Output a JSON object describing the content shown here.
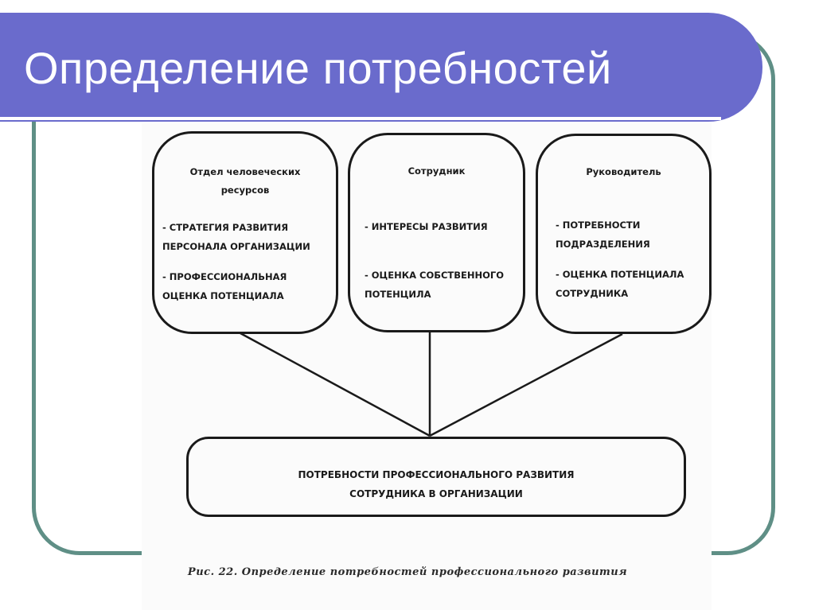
{
  "slide": {
    "title": "Определение потребностей"
  },
  "diagram": {
    "boxes": [
      {
        "heading": "Отдел человеческих\nресурсов",
        "items": [
          "- СТРАТЕГИЯ РАЗВИТИЯ\nПЕРСОНАЛА ОРГАНИЗАЦИИ",
          "- ПРОФЕССИОНАЛЬНАЯ\nОЦЕНКА  ПОТЕНЦИАЛА"
        ]
      },
      {
        "heading": "Сотрудник",
        "items": [
          "- ИНТЕРЕСЫ  РАЗВИТИЯ",
          "- ОЦЕНКА СОБСТВЕННОГО\nПОТЕНЦИЛА"
        ]
      },
      {
        "heading": "Руководитель",
        "items": [
          "- ПОТРЕБНОСТИ\nПОДРАЗДЕЛЕНИЯ",
          "- ОЦЕНКА ПОТЕНЦИАЛА\nСОТРУДНИКА"
        ]
      }
    ],
    "target": "ПОТРЕБНОСТИ ПРОФЕССИОНАЛЬНОГО РАЗВИТИЯ\nСОТРУДНИКА В ОРГАНИЗАЦИИ",
    "caption": "Рис. 22.  Определение потребностей профессионального развития"
  },
  "colors": {
    "title_bar": "#6a6bcc",
    "frame": "#5f8f86",
    "ink": "#1a1a1a"
  }
}
